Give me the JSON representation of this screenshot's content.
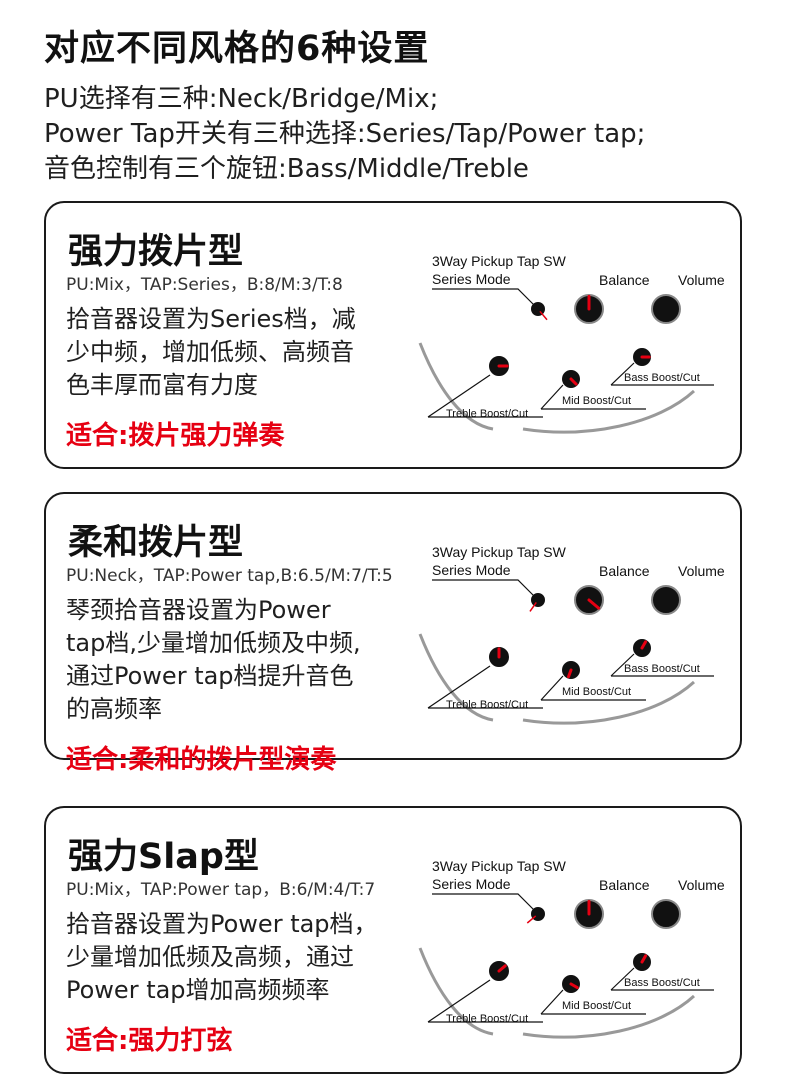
{
  "title": "对应不同风格的6种设置",
  "intro": [
    "PU选择有三种:Neck/Bridge/Mix;",
    "Power Tap开关有三种选择:Series/Tap/Power tap;",
    "音色控制有三个旋钮:Bass/Middle/Treble"
  ],
  "diagram_labels": {
    "pickup": "3Way Pickup Tap SW",
    "mode": "Series Mode",
    "balance": "Balance",
    "volume": "Volume",
    "treble": "Treble Boost/Cut",
    "mid": "Mid Boost/Cut",
    "bass": "Bass Boost/Cut"
  },
  "colors": {
    "accent": "#e60012",
    "text": "#1a1a1a",
    "curve": "#999999"
  },
  "cards": [
    {
      "title": "强力拨片型",
      "params": "PU:Mix，TAP:Series，B:8/M:3/T:8",
      "desc": [
        "拾音器设置为Series档，减",
        "少中频，增加低频、高频音",
        "色丰厚而富有力度"
      ],
      "suit": "适合:拨片强力弹奏"
    },
    {
      "title": "柔和拨片型",
      "params": "PU:Neck，TAP:Power tap,B:6.5/M:7/T:5",
      "desc": [
        "琴颈拾音器设置为Power",
        "tap档,少量增加低频及中频,",
        "通过Power tap档提升音色",
        "的高频率"
      ],
      "suit": "适合:柔和的拨片型演奏"
    },
    {
      "title": "强力Slap型",
      "params": "PU:Mix，TAP:Power tap，B:6/M:4/T:7",
      "desc": [
        "拾音器设置为Power tap档，",
        "少量增加低频及高频，通过",
        "Power tap增加高频频率"
      ],
      "suit": "适合:强力打弦"
    }
  ]
}
